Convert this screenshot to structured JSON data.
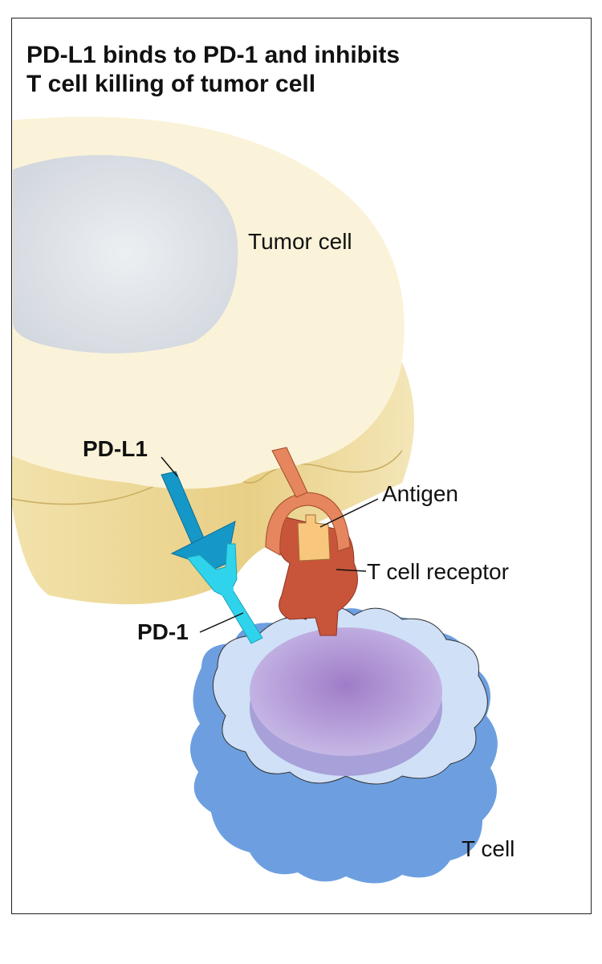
{
  "title": {
    "line1": "PD-L1 binds to PD-1 and inhibits",
    "line2": "T cell killing of tumor cell"
  },
  "labels": {
    "tumor_cell": "Tumor cell",
    "pd_l1": "PD-L1",
    "antigen": "Antigen",
    "t_cell_receptor": "T cell receptor",
    "pd_1": "PD-1",
    "t_cell": "T cell"
  },
  "colors": {
    "tumor_top": "#fbf3d9",
    "tumor_side": "#ead189",
    "tumor_nucleus": "#d9dde3",
    "pd_l1": "#1597c8",
    "pd_1": "#2fd3ec",
    "tcr": "#c8553a",
    "tcr_light": "#e6865e",
    "antigen": "#f8c77d",
    "t_cell": "#6d9fe0",
    "t_cell_top": "#cfe0f7",
    "t_nucleus": "#b7a6dc"
  }
}
